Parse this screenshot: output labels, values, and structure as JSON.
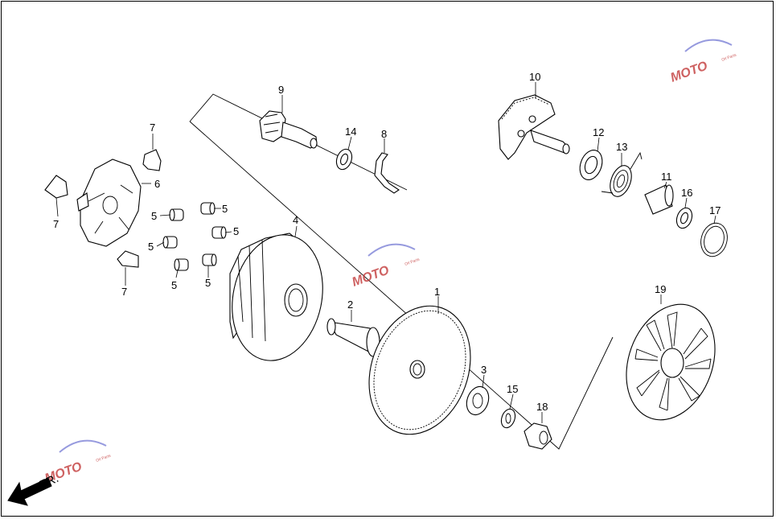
{
  "diagram": {
    "callouts": {
      "p1": "1",
      "p2": "2",
      "p3": "3",
      "p4": "4",
      "p5a": "5",
      "p5b": "5",
      "p5c": "5",
      "p5d": "5",
      "p5e": "5",
      "p5f": "5",
      "p6": "6",
      "p7a": "7",
      "p7b": "7",
      "p7c": "7",
      "p8": "8",
      "p9": "9",
      "p10": "10",
      "p11": "11",
      "p12": "12",
      "p13": "13",
      "p14": "14",
      "p15": "15",
      "p16": "16",
      "p17": "17",
      "p18": "18",
      "p19": "19"
    },
    "direction_label": "FR.",
    "watermark": {
      "text": "MOTO",
      "subtext": "Oil Parts"
    }
  }
}
